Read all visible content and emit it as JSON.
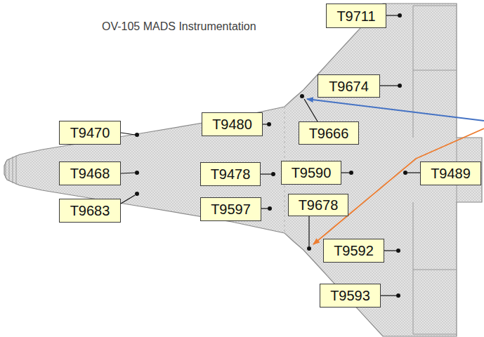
{
  "diagram": {
    "title": "OV-105 MADS Instrumentation",
    "nodes": [
      {
        "text": [
          "T9711"
        ]
      },
      {
        "text": [
          "T9674"
        ]
      },
      {
        "text": [
          "T9666"
        ]
      },
      {
        "text": [
          "T9480"
        ]
      },
      {
        "text": [
          "T9470"
        ]
      },
      {
        "text": [
          "T9468"
        ]
      },
      {
        "text": [
          "T9478"
        ]
      },
      {
        "text": [
          "T9590"
        ]
      },
      {
        "text": [
          "T9489"
        ]
      },
      {
        "text": [
          "T9683"
        ]
      },
      {
        "text": [
          "T9597"
        ]
      },
      {
        "text": [
          "T9678"
        ]
      },
      {
        "text": [
          "T9592"
        ]
      },
      {
        "text": [
          "T9593"
        ]
      }
    ]
  }
}
